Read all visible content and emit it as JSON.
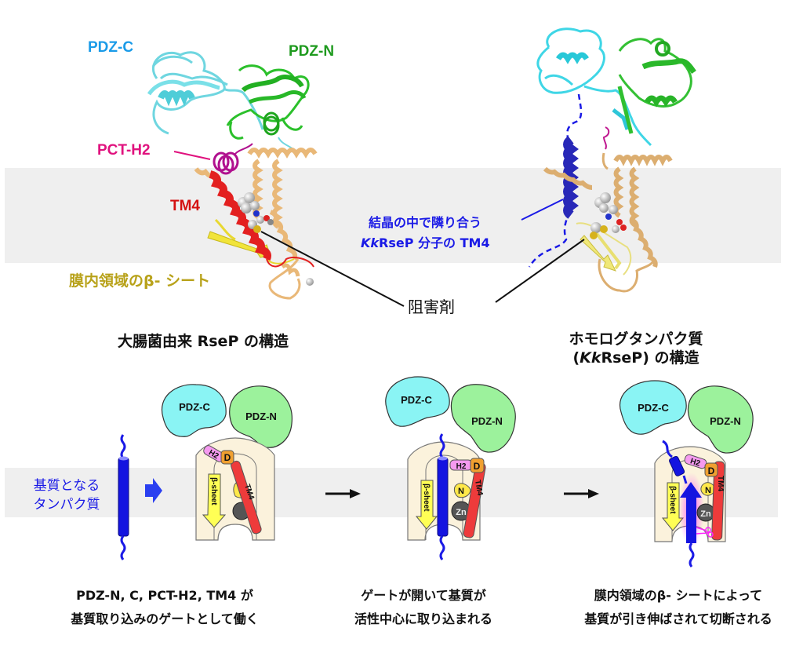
{
  "top_left_structure": {
    "labels": {
      "pdz_c": "PDZ-C",
      "pdz_n": "PDZ-N",
      "pct_h2": "PCT-H2",
      "tm4": "TM4",
      "beta_sheet": "膜内領域のβ- シート"
    },
    "caption": "大腸菌由来 RseP の構造"
  },
  "top_right_structure": {
    "neighbor_label_line1": "結晶の中で隣り合う",
    "neighbor_label_line2_italic": "Kk",
    "neighbor_label_line2_rest": "RseP 分子の TM4",
    "caption_line1": "ホモログタンパク質",
    "caption_line2_open": "(",
    "caption_line2_italic": "Kk",
    "caption_line2_rest": "RseP) の構造"
  },
  "inhibitor_label": "阻害剤",
  "substrate_label_line1": "基質となる",
  "substrate_label_line2": "タンパク質",
  "cartoon": {
    "pdz_c": "PDZ-C",
    "pdz_n": "PDZ-N",
    "h2": "H2",
    "d": "D",
    "n": "N",
    "zn": "Zn",
    "tm4": "TM4",
    "beta_sheet": "β-sheet"
  },
  "steps": [
    {
      "line1": "PDZ-N, C, PCT-H2, TM4 が",
      "line2": "基質取り込みのゲートとして働く"
    },
    {
      "line1": "ゲートが開いて基質が",
      "line2": "活性中心に取り込まれる"
    },
    {
      "line1": "膜内領域のβ- シートによって",
      "line2": "基質が引き伸ばされて切断される"
    }
  ],
  "colors": {
    "pdz_c": "#1a9be8",
    "pdz_n": "#1e9a1e",
    "pct_h2": "#e0127e",
    "tm4": "#d41010",
    "beta_sheet": "#b8a21a",
    "substrate_blue": "#1a1ae6",
    "membrane": "#efefef"
  }
}
